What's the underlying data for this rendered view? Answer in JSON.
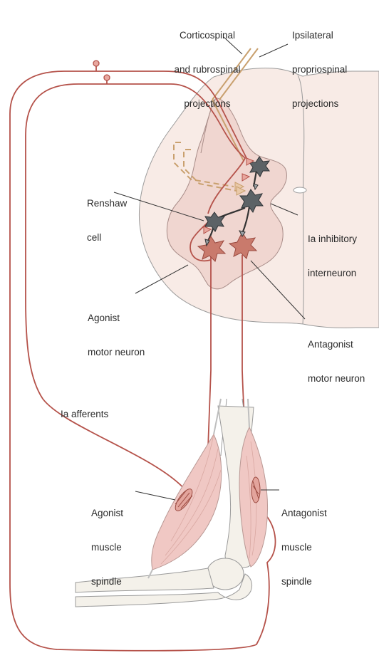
{
  "labels": {
    "corticospinal": [
      "Corticospinal",
      "and rubrospinal",
      "projections"
    ],
    "ipsilateral": [
      "Ipsilateral",
      "propriospinal",
      "projections"
    ],
    "renshaw": [
      "Renshaw",
      "cell"
    ],
    "ia_inhibitory": [
      "Ia inhibitory",
      "interneuron"
    ],
    "agonist_motor": [
      "Agonist",
      "motor neuron"
    ],
    "antagonist_motor": [
      "Antagonist",
      "motor neuron"
    ],
    "ia_afferents": "Ia afferents",
    "agonist_spindle": [
      "Agonist",
      "muscle",
      "spindle"
    ],
    "antagonist_spindle": [
      "Antagonist",
      "muscle",
      "spindle"
    ]
  },
  "colors": {
    "nerve": "#b5524a",
    "descending": "#c9a06e",
    "propriospinal": "#c9a06e",
    "cord_white_matter": "#f8ebe6",
    "cord_gray_matter": "#f0d6d0",
    "motor_neuron": "#c97a6c",
    "interneuron": "#5c6266",
    "muscle": "#f0c8c4",
    "bone": "#f4f1ea",
    "outline": "#8a8a8a"
  }
}
